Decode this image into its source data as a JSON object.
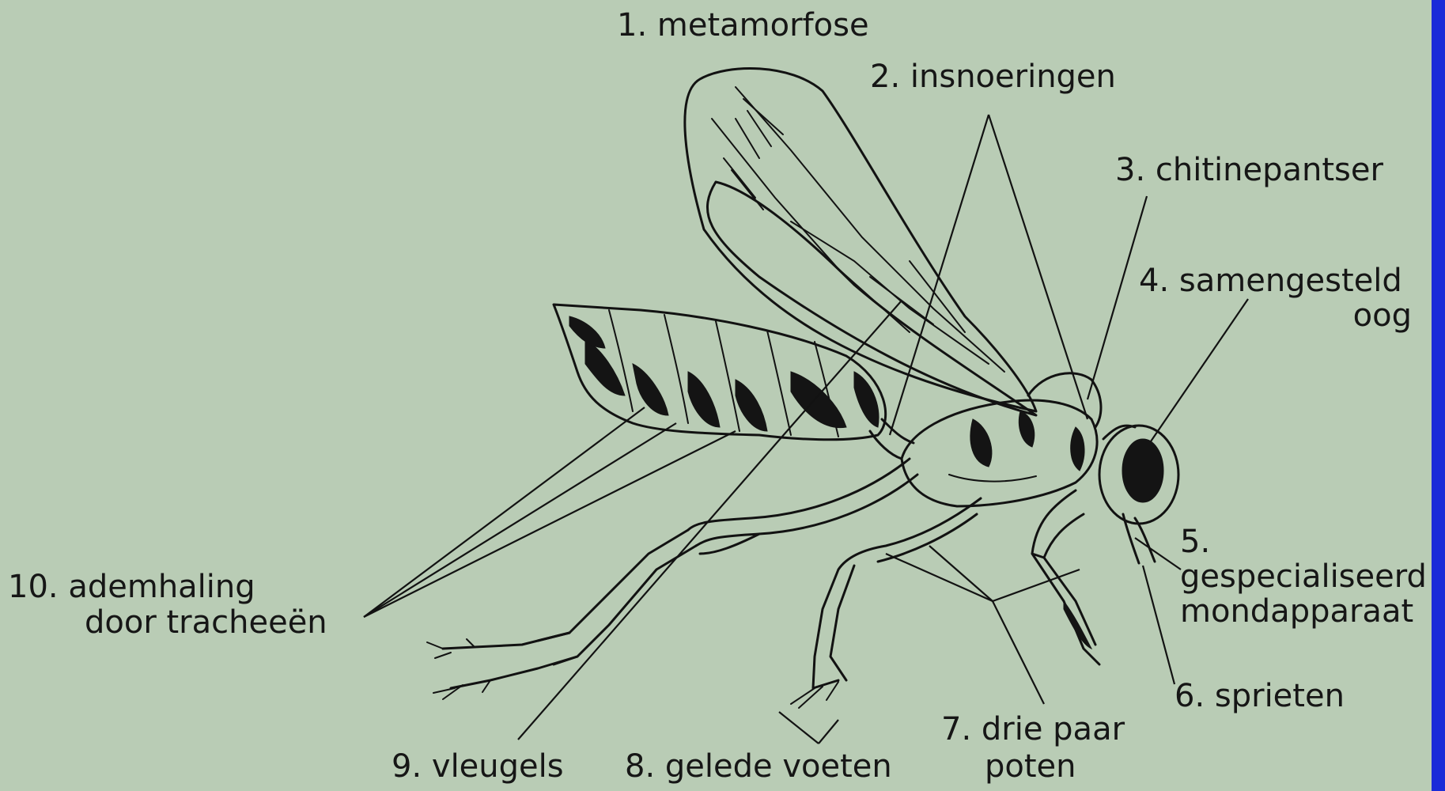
{
  "diagram": {
    "background": "#b9ccb5",
    "frame_color": "#1a2bd8",
    "labels": [
      {
        "id": "metamorfose",
        "num": "1.",
        "text": "metamorfose"
      },
      {
        "id": "insnoeringen",
        "num": "2.",
        "text": "insnoeringen"
      },
      {
        "id": "chitinepantser",
        "num": "3.",
        "text": "chitinepantser"
      },
      {
        "id": "samengesteld-oog",
        "num": "4.",
        "text": "samengesteld",
        "text2": "oog"
      },
      {
        "id": "mondapparaat",
        "num": "5.",
        "text": "gespecialiseerd",
        "text2": "mondapparaat"
      },
      {
        "id": "sprieten",
        "num": "6.",
        "text": "sprieten"
      },
      {
        "id": "poten",
        "num": "7.",
        "text": "drie paar",
        "text2": "poten"
      },
      {
        "id": "voeten",
        "num": "8.",
        "text": "gelede voeten"
      },
      {
        "id": "vleugels",
        "num": "9.",
        "text": "vleugels"
      },
      {
        "id": "ademhaling",
        "num": "10.",
        "text": "ademhaling",
        "text2": "door tracheeën"
      }
    ]
  }
}
